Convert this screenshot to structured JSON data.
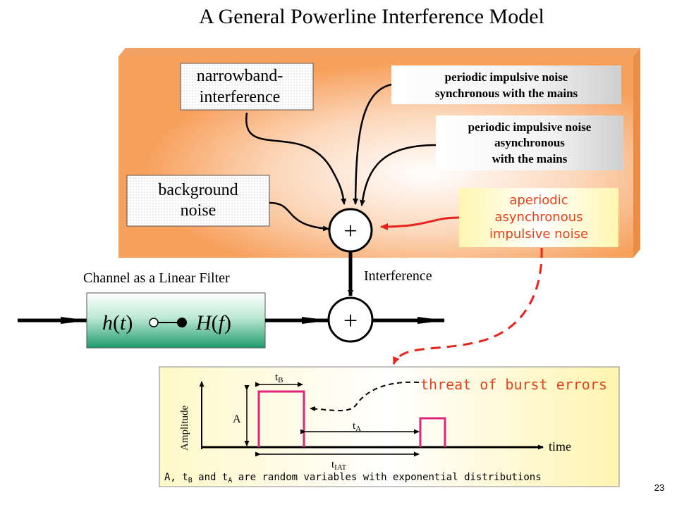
{
  "title": "A General Powerline Interference Model",
  "sources": {
    "narrowband_line1": "narrowband-",
    "narrowband_line2": "interference",
    "background_line1": "background",
    "background_line2": "noise",
    "periodic_sync_line1": "periodic impulsive noise",
    "periodic_sync_line2": "synchronous with the mains",
    "periodic_async_line1": "periodic impulsive noise",
    "periodic_async_line2": "asynchronous",
    "periodic_async_line3": "with the mains",
    "aperiodic_line1": "aperiodic",
    "aperiodic_line2": "asynchronous",
    "aperiodic_line3": "impulsive noise"
  },
  "sum_symbol": "+",
  "interference_label": "Interference",
  "channel": {
    "caption": "Channel as a Linear Filter",
    "h": "h",
    "t": "t",
    "H": "H",
    "f": "f",
    "lparen": "(",
    "rparen": ")"
  },
  "inset": {
    "threat_text": "threat of burst errors",
    "amplitude_label": "Amplitude",
    "time_label": "time",
    "A_label": "A",
    "tB_main": "t",
    "tB_sub": "B",
    "tA_main": "t",
    "tA_sub": "A",
    "tIAT_main": "t",
    "tIAT_sub": "IAT",
    "caption_A": "A, t",
    "caption_B_sub": "B",
    "caption_and": " and t",
    "caption_A_sub": "A",
    "caption_rest": " are random variables with exponential distributions"
  },
  "page_number": "23",
  "colors": {
    "orange_panel": "#f7a05c",
    "red_arrow": "#e8231c",
    "pulse_pink": "#e0257a",
    "aperiodic_text": "#e8401c",
    "filter_green": "#2aa37a"
  }
}
